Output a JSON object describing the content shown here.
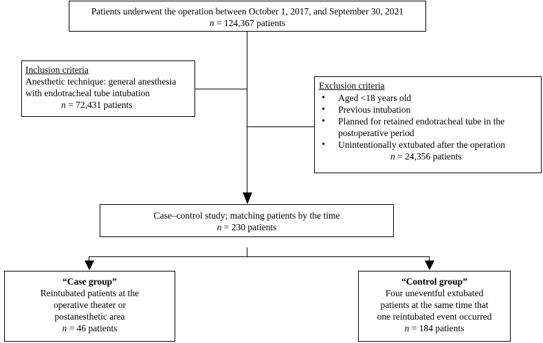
{
  "top": {
    "line1": "Patients underwent the operation between October 1, 2017, and September 30, 2021",
    "n_var": "n",
    "n_text": " = 124,367 patients"
  },
  "inclusion": {
    "title": "Inclusion criteria",
    "line1": "Anesthetic technique: general anesthesia",
    "line2": "with endotracheal tube intubation",
    "n_var": "n",
    "n_text": " = 72,431 patients"
  },
  "exclusion": {
    "title": "Exclusion criteria",
    "items": [
      "Aged <18 years old",
      "Previous intubation",
      "Planned for retained endotracheal tube in the postoperative period",
      "Unintentionally extubated after the operation"
    ],
    "n_var": "n",
    "n_text": " = 24,356 patients"
  },
  "study": {
    "line1": "Case–control study; matching patients by the time",
    "n_var": "n",
    "n_text": " =  230 patients"
  },
  "case_group": {
    "title": "“Case group”",
    "lines": [
      "Reintubated patients at the",
      "operative theater or",
      "postanesthetic area"
    ],
    "n_var": "n",
    "n_text": " = 46 patients"
  },
  "control_group": {
    "title": "“Control group”",
    "lines": [
      "Four uneventful extubated",
      "patients at the same time that",
      "one reintubated event occurred"
    ],
    "n_var": "n",
    "n_text": " = 184 patients"
  }
}
